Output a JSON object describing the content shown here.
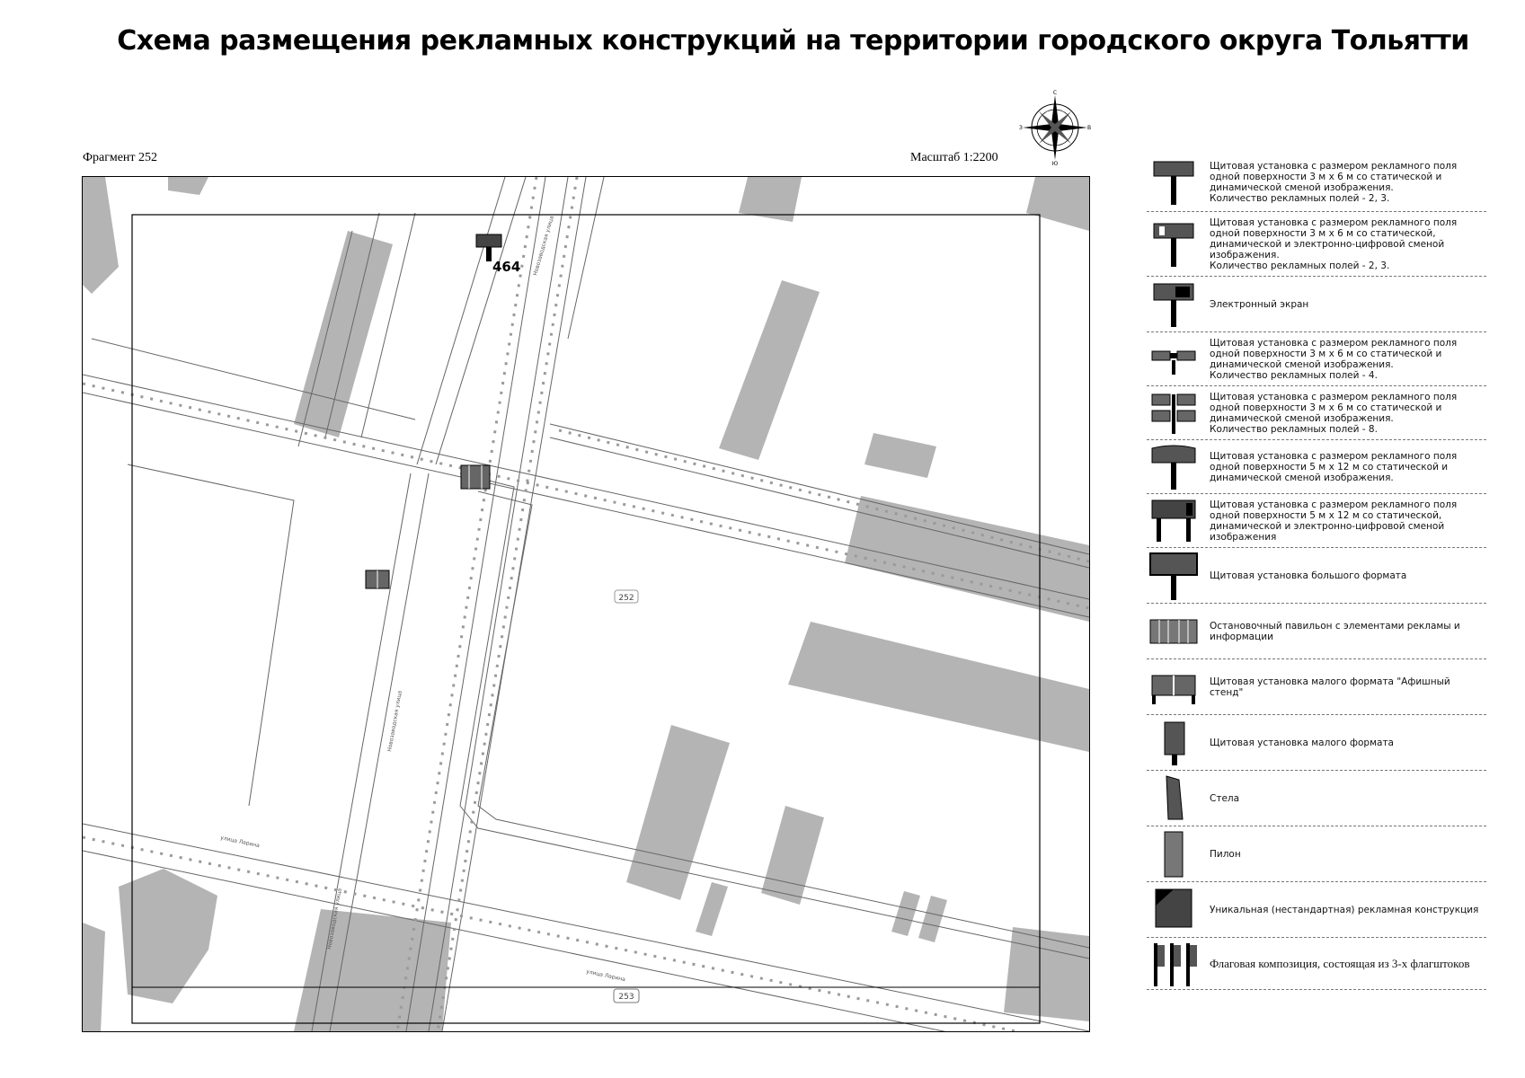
{
  "title": "Схема размещения рекламных конструкций на территории городского округа Тольятти",
  "fragment_label": "Фрагмент 252",
  "scale_label": "Масштаб 1:2200",
  "compass": {
    "n": "С",
    "s": "Ю",
    "w": "З",
    "e": "В"
  },
  "map": {
    "construction_number": "464",
    "fragment_current": "252",
    "fragment_next": "253",
    "streets": {
      "main_vertical": "Новозаводская улица",
      "cross_street": "улица Ларина"
    }
  },
  "legend": [
    {
      "icon": "billboard-3x6",
      "text": "Щитовая установка с размером рекламного поля одной поверхности 3 м х 6 м со статической и динамической сменой изображения.\nКоличество рекламных полей - 2, 3."
    },
    {
      "icon": "billboard-3x6-digital",
      "text": "Щитовая установка с размером рекламного поля одной поверхности 3 м х 6 м со статической, динамической и электронно-цифровой сменой изображения.\nКоличество рекламных полей - 2, 3."
    },
    {
      "icon": "electronic-screen",
      "text": "Электронный экран"
    },
    {
      "icon": "billboard-4-fields",
      "text": "Щитовая установка с размером рекламного поля одной поверхности 3 м х 6 м со статической и динамической сменой изображения.\nКоличество рекламных полей - 4."
    },
    {
      "icon": "billboard-8-fields",
      "text": "Щитовая установка с размером рекламного поля одной поверхности 3 м х 6 м со статической и динамической сменой изображения.\nКоличество рекламных полей - 8."
    },
    {
      "icon": "billboard-5x12",
      "text": "Щитовая установка с размером рекламного поля одной поверхности 5 м х 12 м со статической и динамической сменой изображения."
    },
    {
      "icon": "billboard-5x12-digital",
      "text": "Щитовая установка с размером рекламного поля одной поверхности 5 м х 12 м со статической, динамической и электронно-цифровой сменой изображения"
    },
    {
      "icon": "large-format",
      "text": "Щитовая установка большого формата"
    },
    {
      "icon": "bus-stop-pavilion",
      "text": "Остановочный павильон с элементами рекламы и информации"
    },
    {
      "icon": "poster-stand",
      "text": "Щитовая установка малого формата \"Афишный стенд\""
    },
    {
      "icon": "small-format",
      "text": "Щитовая установка малого формата"
    },
    {
      "icon": "stele",
      "text": "Стела"
    },
    {
      "icon": "pylon",
      "text": "Пилон"
    },
    {
      "icon": "unique-construction",
      "text": "Уникальная (нестандартная) рекламная конструкция"
    },
    {
      "icon": "flag-composition",
      "text": "Флаговая композиция, состоящая из 3-х флагштоков",
      "serif": true
    }
  ]
}
